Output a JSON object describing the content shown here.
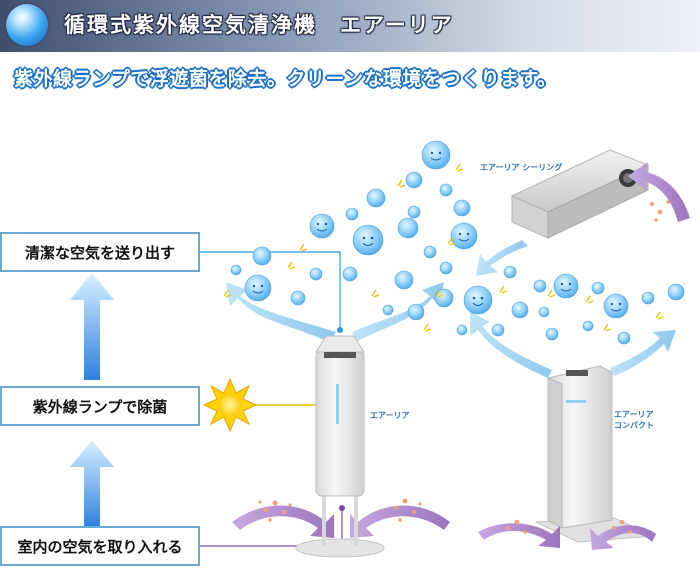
{
  "header": {
    "title": "循環式紫外線空気清浄機　エアーリア",
    "icon": "blue-orb-icon"
  },
  "tagline": "紫外線ランプで浮遊菌を除去。クリーンな環境をつくります。",
  "steps": [
    {
      "label": "清潔な空気を送り出す"
    },
    {
      "label": "紫外線ランプで除菌"
    },
    {
      "label": "室内の空気を取り入れる"
    }
  ],
  "products": {
    "ceiling": "エアーリア シーリング",
    "tower": "エアーリア",
    "compact_line1": "エアーリア",
    "compact_line2": "コンパクト"
  },
  "colors": {
    "box_border": "#6aa8d8",
    "arrow_blue": "#2d7fe0",
    "intake_purple": "#a77fc7",
    "outflow_blue": "#9fd0ef",
    "uv_yellow": "#ffd400",
    "bubble_blue": "#6cbdf2"
  }
}
